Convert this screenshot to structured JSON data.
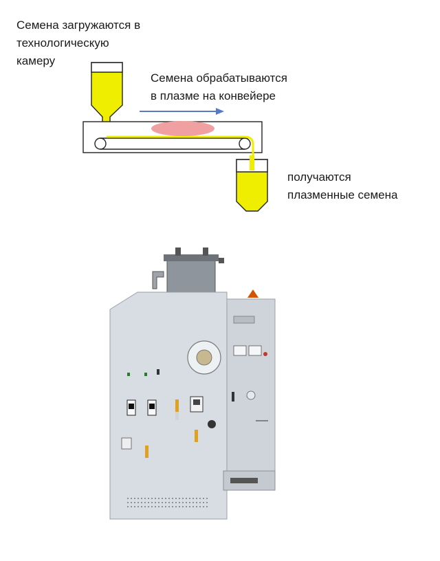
{
  "labels": {
    "loading": "Семена загружаются в\nтехнологическую\nкамеру",
    "processing": "Семена обрабатываются\nв плазме на конвейере",
    "result": "получаются\nплазменные семена"
  },
  "colors": {
    "seed_yellow": "#f0ee00",
    "plasma_pink": "#f0a0a0",
    "arrow_blue": "#5878c8",
    "outline": "#222222",
    "machine_panel": "#d8dde3",
    "machine_dark": "#8a9098"
  },
  "icons": {
    "flow_arrow": "arrow-right",
    "plasma": "ellipse"
  }
}
